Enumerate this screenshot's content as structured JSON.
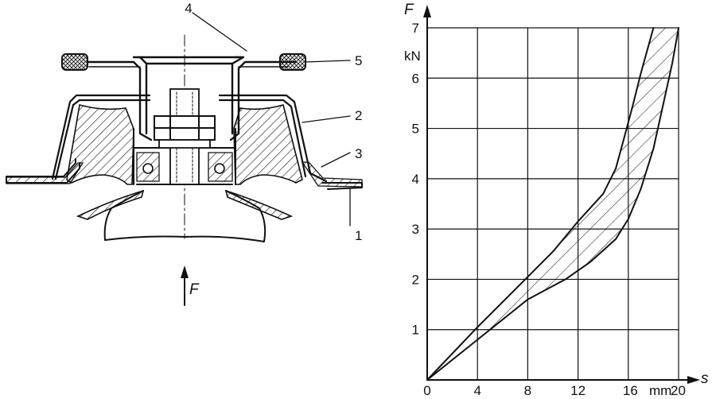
{
  "callouts": [
    "4",
    "5",
    "2",
    "3",
    "1"
  ],
  "force_symbol": "F",
  "chart_data": {
    "type": "area",
    "x_axis": {
      "symbol": "s",
      "unit": "mm",
      "ticks": [
        0,
        4,
        8,
        12,
        16,
        20
      ],
      "range": [
        0,
        20
      ]
    },
    "y_axis": {
      "symbol": "F",
      "unit": "kN",
      "ticks": [
        1,
        2,
        3,
        4,
        5,
        6,
        7
      ],
      "range": [
        0,
        7
      ]
    },
    "grid": true,
    "band_lower": [
      [
        0,
        0
      ],
      [
        4,
        0.8
      ],
      [
        8,
        1.6
      ],
      [
        11,
        2.0
      ],
      [
        13,
        2.35
      ],
      [
        15,
        2.8
      ],
      [
        16,
        3.2
      ],
      [
        17,
        3.8
      ],
      [
        18,
        4.6
      ],
      [
        18.8,
        5.5
      ],
      [
        19.5,
        6.3
      ],
      [
        20,
        7
      ]
    ],
    "band_upper": [
      [
        0,
        0
      ],
      [
        4,
        1.05
      ],
      [
        8,
        2.05
      ],
      [
        10,
        2.55
      ],
      [
        12,
        3.15
      ],
      [
        14,
        3.7
      ],
      [
        15,
        4.2
      ],
      [
        15.6,
        4.75
      ],
      [
        16.3,
        5.4
      ],
      [
        17,
        6.1
      ],
      [
        18,
        7
      ]
    ],
    "hatched": true
  }
}
